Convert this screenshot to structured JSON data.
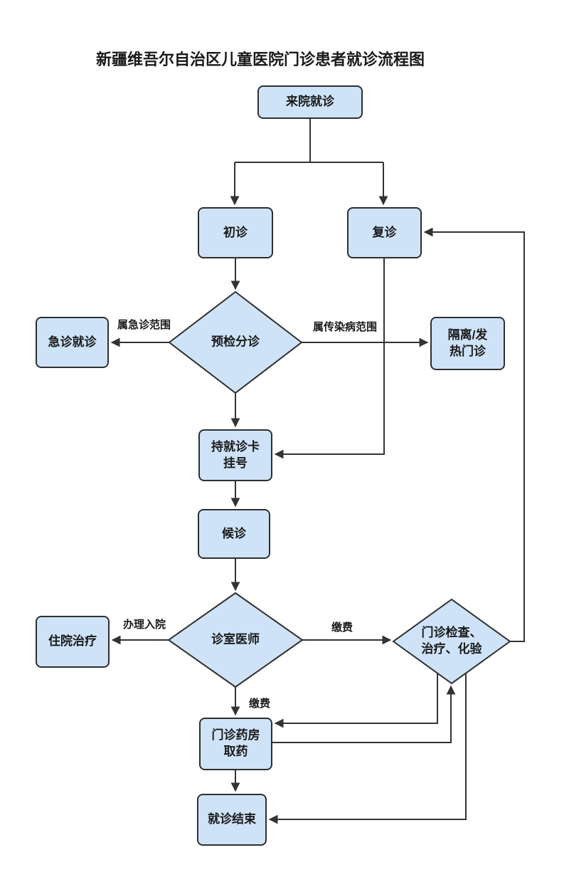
{
  "title": "新疆维吾尔自治区儿童医院门诊患者就诊流程图",
  "colors": {
    "node_fill": "#cee3f8",
    "node_border": "#2f2f2f",
    "line": "#333333",
    "text": "#1a1a1a"
  },
  "nodes": {
    "visit": "来院就诊",
    "first_visit": "初诊",
    "return_visit": "复诊",
    "triage": "预检分诊",
    "emergency": "急诊就诊",
    "isolation": "隔离/发\n热门诊",
    "register": "持就诊卡\n挂号",
    "wait": "候诊",
    "doctor": "诊室医师",
    "hospitalize": "住院治疗",
    "exam": "门诊检查、\n治疗、化验",
    "pharmacy": "门诊药房\n取药",
    "end": "就诊结束"
  },
  "edge_labels": {
    "emergency_scope": "属急诊范围",
    "infectious_scope": "属传染病范围",
    "admission": "办理入院",
    "pay_exam": "缴费",
    "pay_pharmacy": "缴费"
  }
}
